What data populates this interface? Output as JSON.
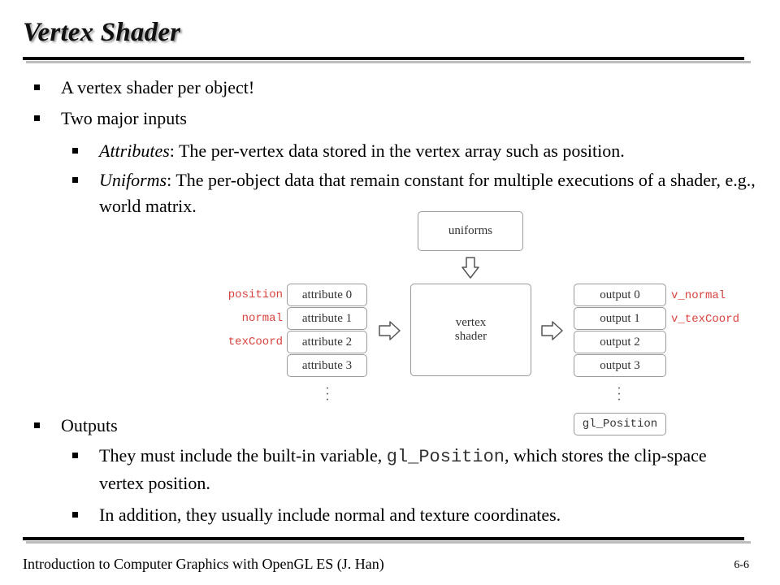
{
  "slide": {
    "title": "Vertex Shader",
    "bullets": {
      "b1": "A vertex shader per object!",
      "b2": "Two major inputs",
      "b2_1_term": "Attributes",
      "b2_1_text": ": The per-vertex data stored in the vertex array such as position.",
      "b2_2_term": "Uniforms",
      "b2_2_text": ": The per-object data that remain constant for multiple executions of a shader, e.g., world matrix.",
      "b3": "Outputs",
      "b3_1_pre": "They must include the built-in variable, ",
      "b3_1_code": "gl_Position",
      "b3_1_post": ", which stores the clip-space vertex position.",
      "b3_2": "In addition, they usually include normal and texture coordinates."
    }
  },
  "diagram": {
    "uniforms": "uniforms",
    "shader_line1": "vertex",
    "shader_line2": "shader",
    "attributes": [
      "attribute 0",
      "attribute 1",
      "attribute 2",
      "attribute 3"
    ],
    "attribute_names": [
      "position",
      "normal",
      "texCoord"
    ],
    "outputs": [
      "output 0",
      "output 1",
      "output 2",
      "output 3"
    ],
    "output_names": [
      "v_normal",
      "v_texCoord"
    ],
    "gl_position": "gl_Position"
  },
  "footer": {
    "text": "Introduction to Computer Graphics with OpenGL ES (J. Han)",
    "page": "6-6"
  },
  "colors": {
    "red_label": "#d9433f",
    "box_border": "#9a9a9a"
  }
}
